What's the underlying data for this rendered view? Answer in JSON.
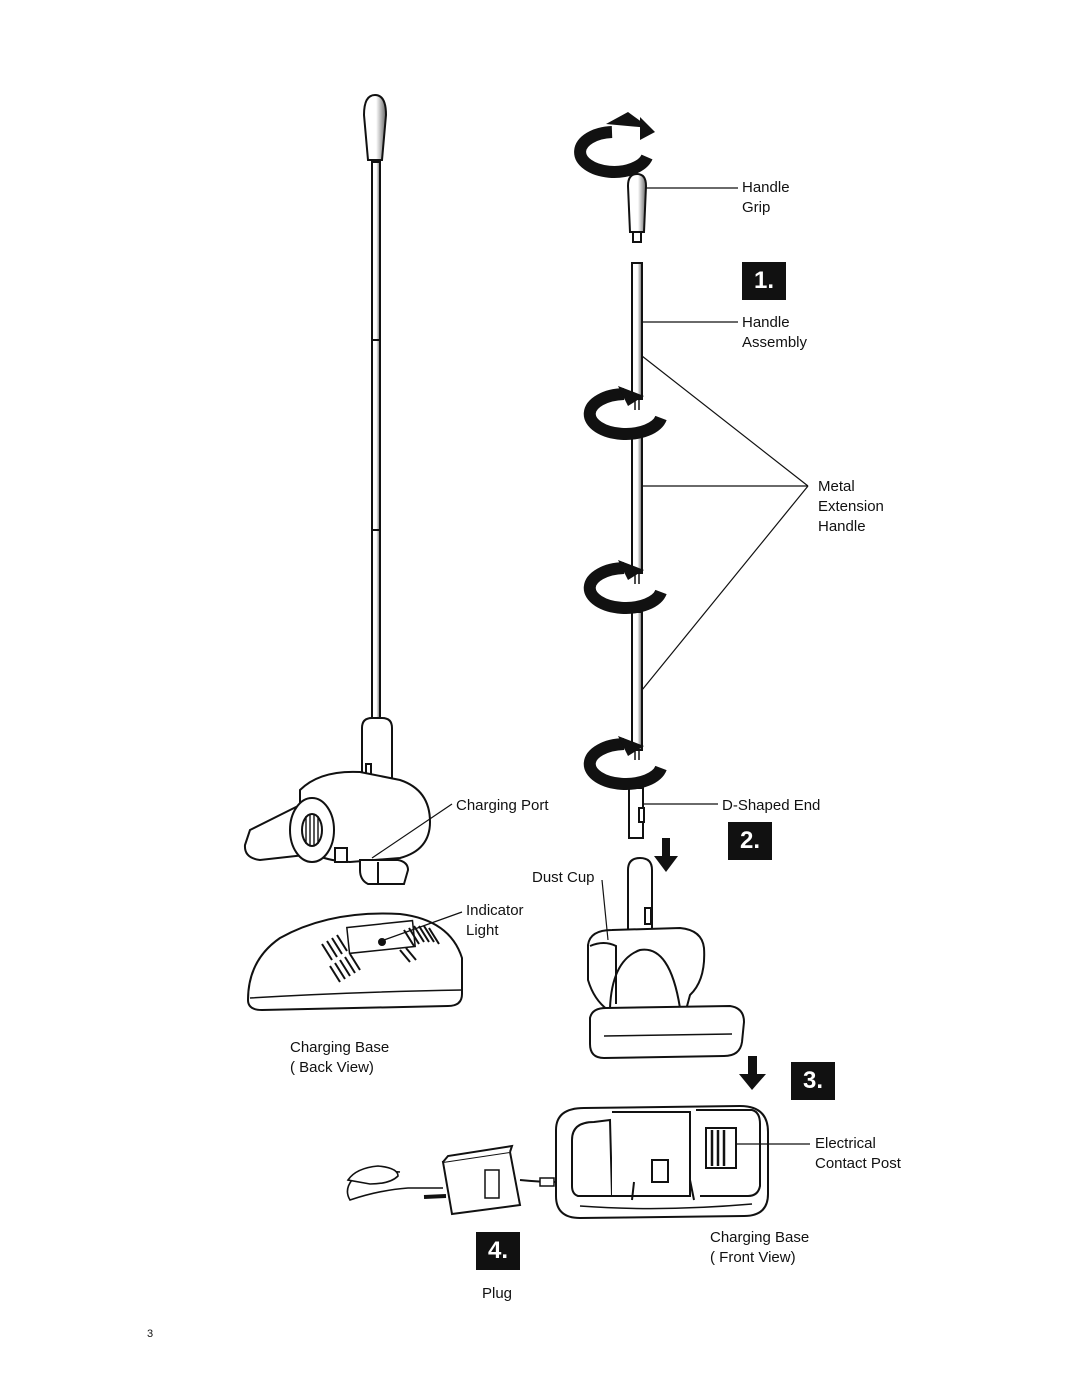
{
  "labels": {
    "handle_grip": [
      "Handle",
      "Grip"
    ],
    "handle_assembly": [
      "Handle",
      "Assembly"
    ],
    "metal_extension": [
      "Metal",
      "Extension",
      "Handle"
    ],
    "charging_port": "Charging Port",
    "d_shaped_end": "D-Shaped End",
    "dust_cup": "Dust Cup",
    "indicator_light": [
      "Indicator",
      "Light"
    ],
    "charging_base_back": [
      "Charging Base",
      "( Back View)"
    ],
    "electrical_contact": [
      "Electrical",
      "Contact Post"
    ],
    "charging_base_front": [
      "Charging Base",
      "( Front View)"
    ],
    "plug": "Plug"
  },
  "steps": [
    "1.",
    "2.",
    "3.",
    "4."
  ],
  "page_number": "3"
}
